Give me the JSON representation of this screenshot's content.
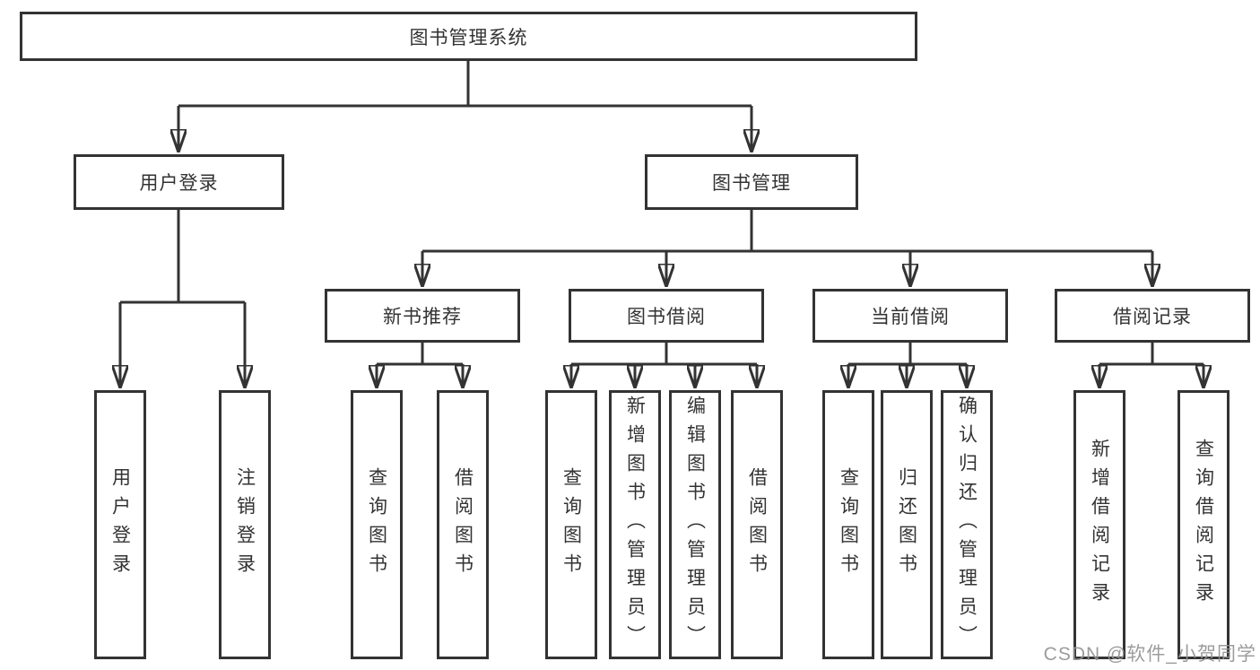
{
  "root": {
    "label": "图书管理系统",
    "children": [
      {
        "label": "用户登录",
        "children": [
          {
            "label": "用户登录"
          },
          {
            "label": "注销登录"
          }
        ]
      },
      {
        "label": "图书管理",
        "children": [
          {
            "label": "新书推荐",
            "children": [
              {
                "label": "查询图书"
              },
              {
                "label": "借阅图书"
              }
            ]
          },
          {
            "label": "图书借阅",
            "children": [
              {
                "label": "查询图书"
              },
              {
                "label": "新增图书（管理员）"
              },
              {
                "label": "编辑图书（管理员）"
              },
              {
                "label": "借阅图书"
              }
            ]
          },
          {
            "label": "当前借阅",
            "children": [
              {
                "label": "查询图书"
              },
              {
                "label": "归还图书"
              },
              {
                "label": "确认归还（管理员）"
              }
            ]
          },
          {
            "label": "借阅记录",
            "children": [
              {
                "label": "新增借阅记录"
              },
              {
                "label": "查询借阅记录"
              }
            ]
          }
        ]
      }
    ]
  },
  "watermark": {
    "text": "CSDN @软件_小贺同学"
  },
  "colors": {
    "line": "#333333",
    "box_border": "#333333",
    "box_fill": "#ffffff",
    "text": "#333333",
    "watermark": "#949494"
  }
}
